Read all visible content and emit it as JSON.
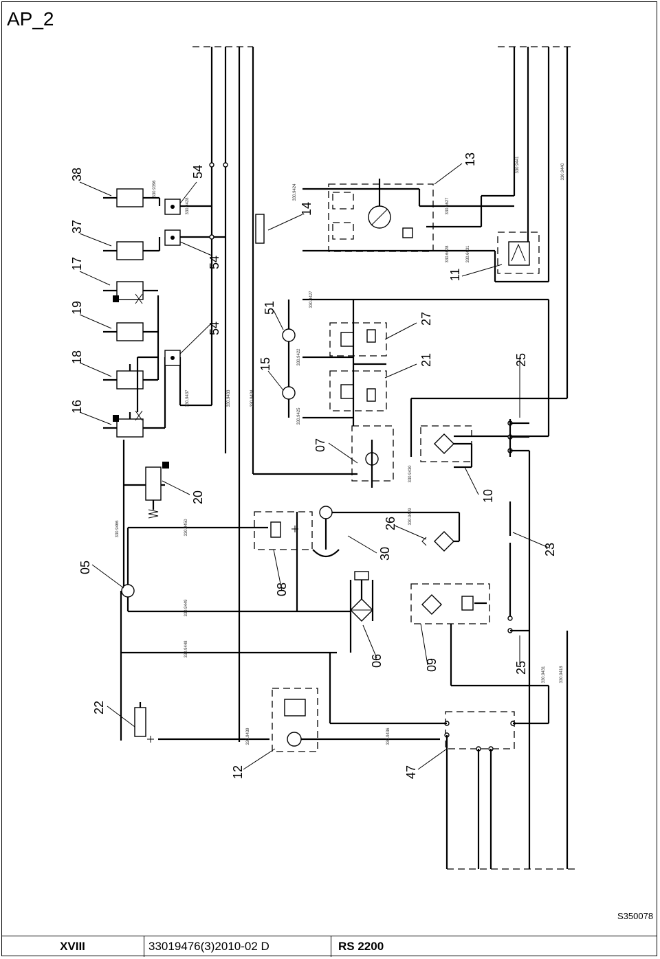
{
  "page": {
    "title": "AP_2",
    "drawing_id": "S350078",
    "footer": {
      "section": "XVIII",
      "doc_number": "33019476(3)2010-02 D",
      "model": "RS 2200"
    }
  },
  "callouts": [
    {
      "label": "38"
    },
    {
      "label": "37"
    },
    {
      "label": "17"
    },
    {
      "label": "19"
    },
    {
      "label": "18"
    },
    {
      "label": "16"
    },
    {
      "label": "54"
    },
    {
      "label": "54"
    },
    {
      "label": "54"
    },
    {
      "label": "51"
    },
    {
      "label": "15"
    },
    {
      "label": "14"
    },
    {
      "label": "13"
    },
    {
      "label": "11"
    },
    {
      "label": "27"
    },
    {
      "label": "21"
    },
    {
      "label": "25"
    },
    {
      "label": "07"
    },
    {
      "label": "20"
    },
    {
      "label": "10"
    },
    {
      "label": "26"
    },
    {
      "label": "05"
    },
    {
      "label": "30"
    },
    {
      "label": "23"
    },
    {
      "label": "08"
    },
    {
      "label": "06"
    },
    {
      "label": "09"
    },
    {
      "label": "25"
    },
    {
      "label": "22"
    },
    {
      "label": "12"
    },
    {
      "label": "47"
    }
  ],
  "line_labels": [
    {
      "text": "330.9396"
    },
    {
      "text": "330.9428"
    },
    {
      "text": "330.9437"
    },
    {
      "text": "330.9433"
    },
    {
      "text": "330.9434"
    },
    {
      "text": "330.9440"
    },
    {
      "text": "330.9441"
    },
    {
      "text": "330.6628"
    },
    {
      "text": "330.6631"
    },
    {
      "text": "330.9448"
    },
    {
      "text": "330.9449"
    },
    {
      "text": "330.9466"
    },
    {
      "text": "330.9430"
    },
    {
      "text": "330.9429"
    },
    {
      "text": "330.9436"
    },
    {
      "text": "330.9439"
    },
    {
      "text": "330.9431"
    },
    {
      "text": "330.9418"
    },
    {
      "text": "330.9425"
    },
    {
      "text": "330.9422"
    },
    {
      "text": "330.6627"
    },
    {
      "text": "330.9450"
    },
    {
      "text": "330.9424"
    },
    {
      "text": "330.9427"
    }
  ]
}
